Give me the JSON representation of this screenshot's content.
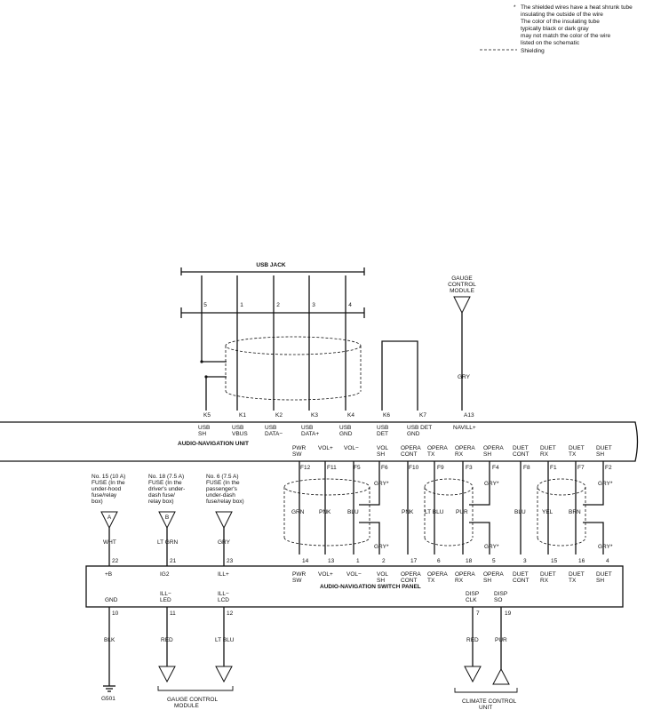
{
  "legend": {
    "asterisk": "*",
    "note_lines": [
      "The shielded wires have a heat shrunk tube",
      "insulating the outside of the wire",
      "The color of the insulating tube",
      "typically black or dark gray",
      "may not match the color of the wire",
      "listed on the schematic"
    ],
    "shielding": "Shielding"
  },
  "usb_jack": {
    "title": "USB JACK",
    "pins": [
      "5",
      "1",
      "2",
      "3",
      "4"
    ]
  },
  "gauge_top": {
    "lines": [
      "GAUGE",
      "CONTROL",
      "MODULE"
    ],
    "wire": "GRY"
  },
  "audio_nav_unit": {
    "title": "AUDIO-NAVIGATION UNIT",
    "pins": [
      {
        "id": "K5",
        "l1": "USB",
        "l2": "SH"
      },
      {
        "id": "K1",
        "l1": "USB",
        "l2": "VBUS"
      },
      {
        "id": "K2",
        "l1": "USB",
        "l2": "DATA−"
      },
      {
        "id": "K3",
        "l1": "USB",
        "l2": "DATA+"
      },
      {
        "id": "K4",
        "l1": "USB",
        "l2": "GND"
      },
      {
        "id": "K6",
        "l1": "USB",
        "l2": "DET"
      },
      {
        "id": "K7",
        "l1": "USB DET",
        "l2": "GND"
      },
      {
        "id": "A13",
        "l1": "NAVILL+",
        "l2": ""
      }
    ],
    "bottom_pins": [
      {
        "id": "F12",
        "l1": "PWR",
        "l2": "SW"
      },
      {
        "id": "F11",
        "l1": "VOL+",
        "l2": ""
      },
      {
        "id": "F5",
        "l1": "VOL−",
        "l2": ""
      },
      {
        "id": "F6",
        "l1": "VOL",
        "l2": "SH"
      },
      {
        "id": "F10",
        "l1": "OPERA",
        "l2": "CONT"
      },
      {
        "id": "F9",
        "l1": "OPERA",
        "l2": "TX"
      },
      {
        "id": "F3",
        "l1": "OPERA",
        "l2": "RX"
      },
      {
        "id": "F4",
        "l1": "OPERA",
        "l2": "SH"
      },
      {
        "id": "F8",
        "l1": "DUET",
        "l2": "CONT"
      },
      {
        "id": "F1",
        "l1": "DUET",
        "l2": "RX"
      },
      {
        "id": "F7",
        "l1": "DUET",
        "l2": "TX"
      },
      {
        "id": "F2",
        "l1": "DUET",
        "l2": "SH"
      }
    ]
  },
  "mid_wires": [
    "GRN",
    "PNK",
    "BLU",
    "PNK",
    "LT BLU",
    "PUR",
    "BLU",
    "YEL",
    "BRN"
  ],
  "shield_wire": "GRY*",
  "fuses": [
    {
      "lines": [
        "No. 15 (10 A)",
        "FUSE (In the",
        "under-hood",
        "fuse/relay",
        "box)"
      ],
      "letter": "A",
      "wire": "WHT"
    },
    {
      "lines": [
        "No. 18 (7.5 A)",
        "FUSE (In the",
        "driver's under-",
        "dash fuse/",
        "relay box)"
      ],
      "letter": "B",
      "wire": "LT GRN"
    },
    {
      "lines": [
        "No. 6 (7.5 A)",
        "FUSE (In the",
        "passenger's",
        "under-dash",
        "fuse/relay box)"
      ],
      "letter": "",
      "wire": "GRY"
    }
  ],
  "switch_panel": {
    "title": "AUDIO-NAVIGATION SWITCH PANEL",
    "top_pins": [
      {
        "num": "22",
        "l1": "+B",
        "l2": ""
      },
      {
        "num": "21",
        "l1": "IG2",
        "l2": ""
      },
      {
        "num": "23",
        "l1": "ILL+",
        "l2": ""
      },
      {
        "num": "14",
        "l1": "PWR",
        "l2": "SW"
      },
      {
        "num": "13",
        "l1": "VOL+",
        "l2": ""
      },
      {
        "num": "1",
        "l1": "VOL−",
        "l2": ""
      },
      {
        "num": "2",
        "l1": "VOL",
        "l2": "SH"
      },
      {
        "num": "17",
        "l1": "OPERA",
        "l2": "CONT"
      },
      {
        "num": "6",
        "l1": "OPERA",
        "l2": "TX"
      },
      {
        "num": "18",
        "l1": "OPERA",
        "l2": "RX"
      },
      {
        "num": "5",
        "l1": "OPERA",
        "l2": "SH"
      },
      {
        "num": "3",
        "l1": "DUET",
        "l2": "CONT"
      },
      {
        "num": "15",
        "l1": "DUET",
        "l2": "RX"
      },
      {
        "num": "16",
        "l1": "DUET",
        "l2": "TX"
      },
      {
        "num": "4",
        "l1": "DUET",
        "l2": "SH"
      }
    ],
    "bottom_pins": [
      {
        "num": "10",
        "l1": "GND",
        "l2": "",
        "wire": "BLK"
      },
      {
        "num": "11",
        "l1": "ILL−",
        "l2": "LED",
        "wire": "RED"
      },
      {
        "num": "12",
        "l1": "ILL−",
        "l2": "LCD",
        "wire": "LT BLU"
      },
      {
        "num": "7",
        "l1": "DISP",
        "l2": "CLK",
        "wire": "RED"
      },
      {
        "num": "19",
        "l1": "DISP",
        "l2": "SO",
        "wire": "PUR"
      }
    ]
  },
  "ground": "G501",
  "gauge_bottom": [
    "GAUGE CONTROL",
    "MODULE"
  ],
  "climate": [
    "CLIMATE CONTROL",
    "UNIT"
  ]
}
